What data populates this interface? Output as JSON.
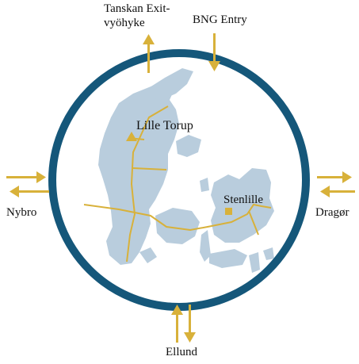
{
  "colors": {
    "ring": "#15577a",
    "land": "#b9cddd",
    "pipeline": "#d8b13a",
    "arrow": "#d8b13a",
    "text": "#111111"
  },
  "labels": {
    "tanskan_line1": "Tanskan Exit-",
    "tanskan_line2": "vyöhyke",
    "bng_entry": "BNG Entry",
    "nybro": "Nybro",
    "dragor": "Dragør",
    "ellund": "Ellund",
    "lille_torup": "Lille Torup",
    "stenlille": "Stenlille"
  },
  "icons": {
    "lille_torup": "triangle-storage-icon",
    "stenlille": "square-storage-icon"
  }
}
